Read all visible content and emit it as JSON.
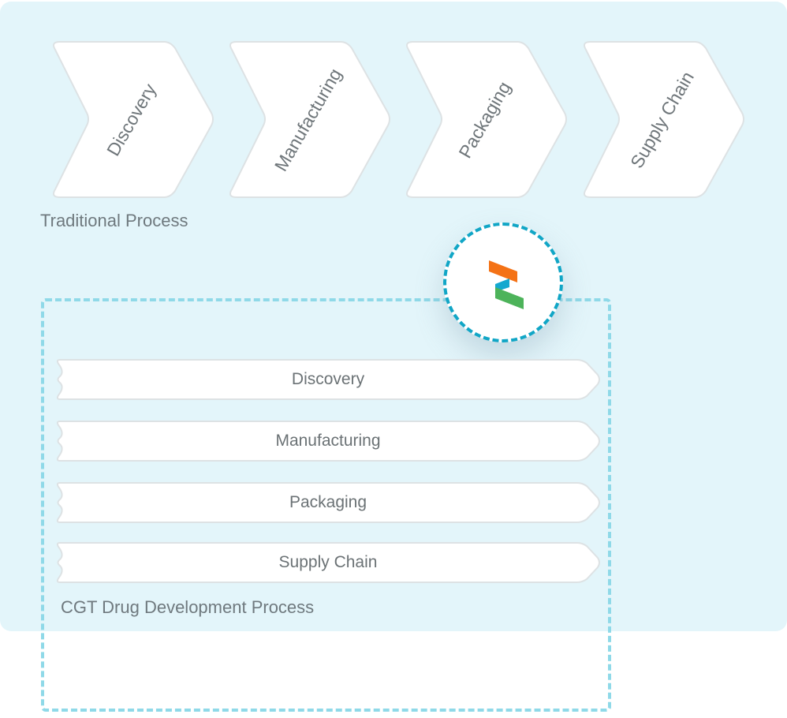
{
  "traditional": {
    "steps": [
      "Discovery",
      "Manufacturing",
      "Packaging",
      "Supply Chain"
    ],
    "caption": "Traditional Process"
  },
  "cgt": {
    "steps": [
      "Discovery",
      "Manufacturing",
      "Packaging",
      "Supply Chain"
    ],
    "caption": "CGT Drug Development Process"
  },
  "logo": {
    "icon": "stacked-ribbon-logo",
    "colors": {
      "orange": "#f47216",
      "blue": "#14a8cf",
      "green": "#4db35a"
    }
  },
  "colors": {
    "panel_background": "#e3f5fa",
    "dashed_border": "#8fd9e8",
    "circle_border": "#11a6c6",
    "label_text": "#6f767a"
  }
}
